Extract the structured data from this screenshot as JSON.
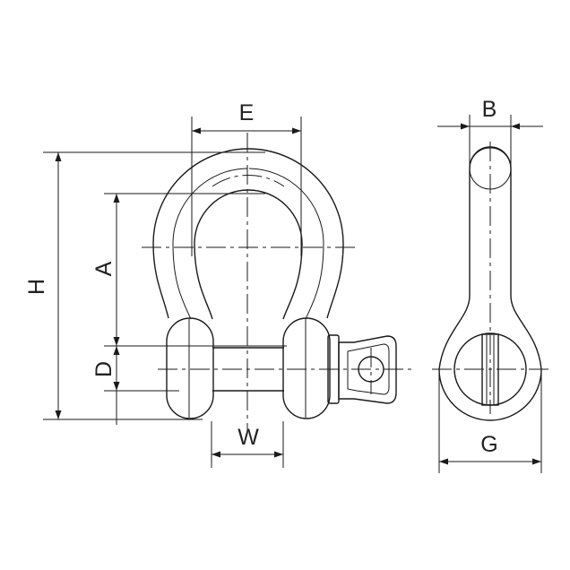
{
  "labels": {
    "E": "E",
    "B": "B",
    "H": "H",
    "A": "A",
    "D": "D",
    "W": "W",
    "G": "G"
  }
}
